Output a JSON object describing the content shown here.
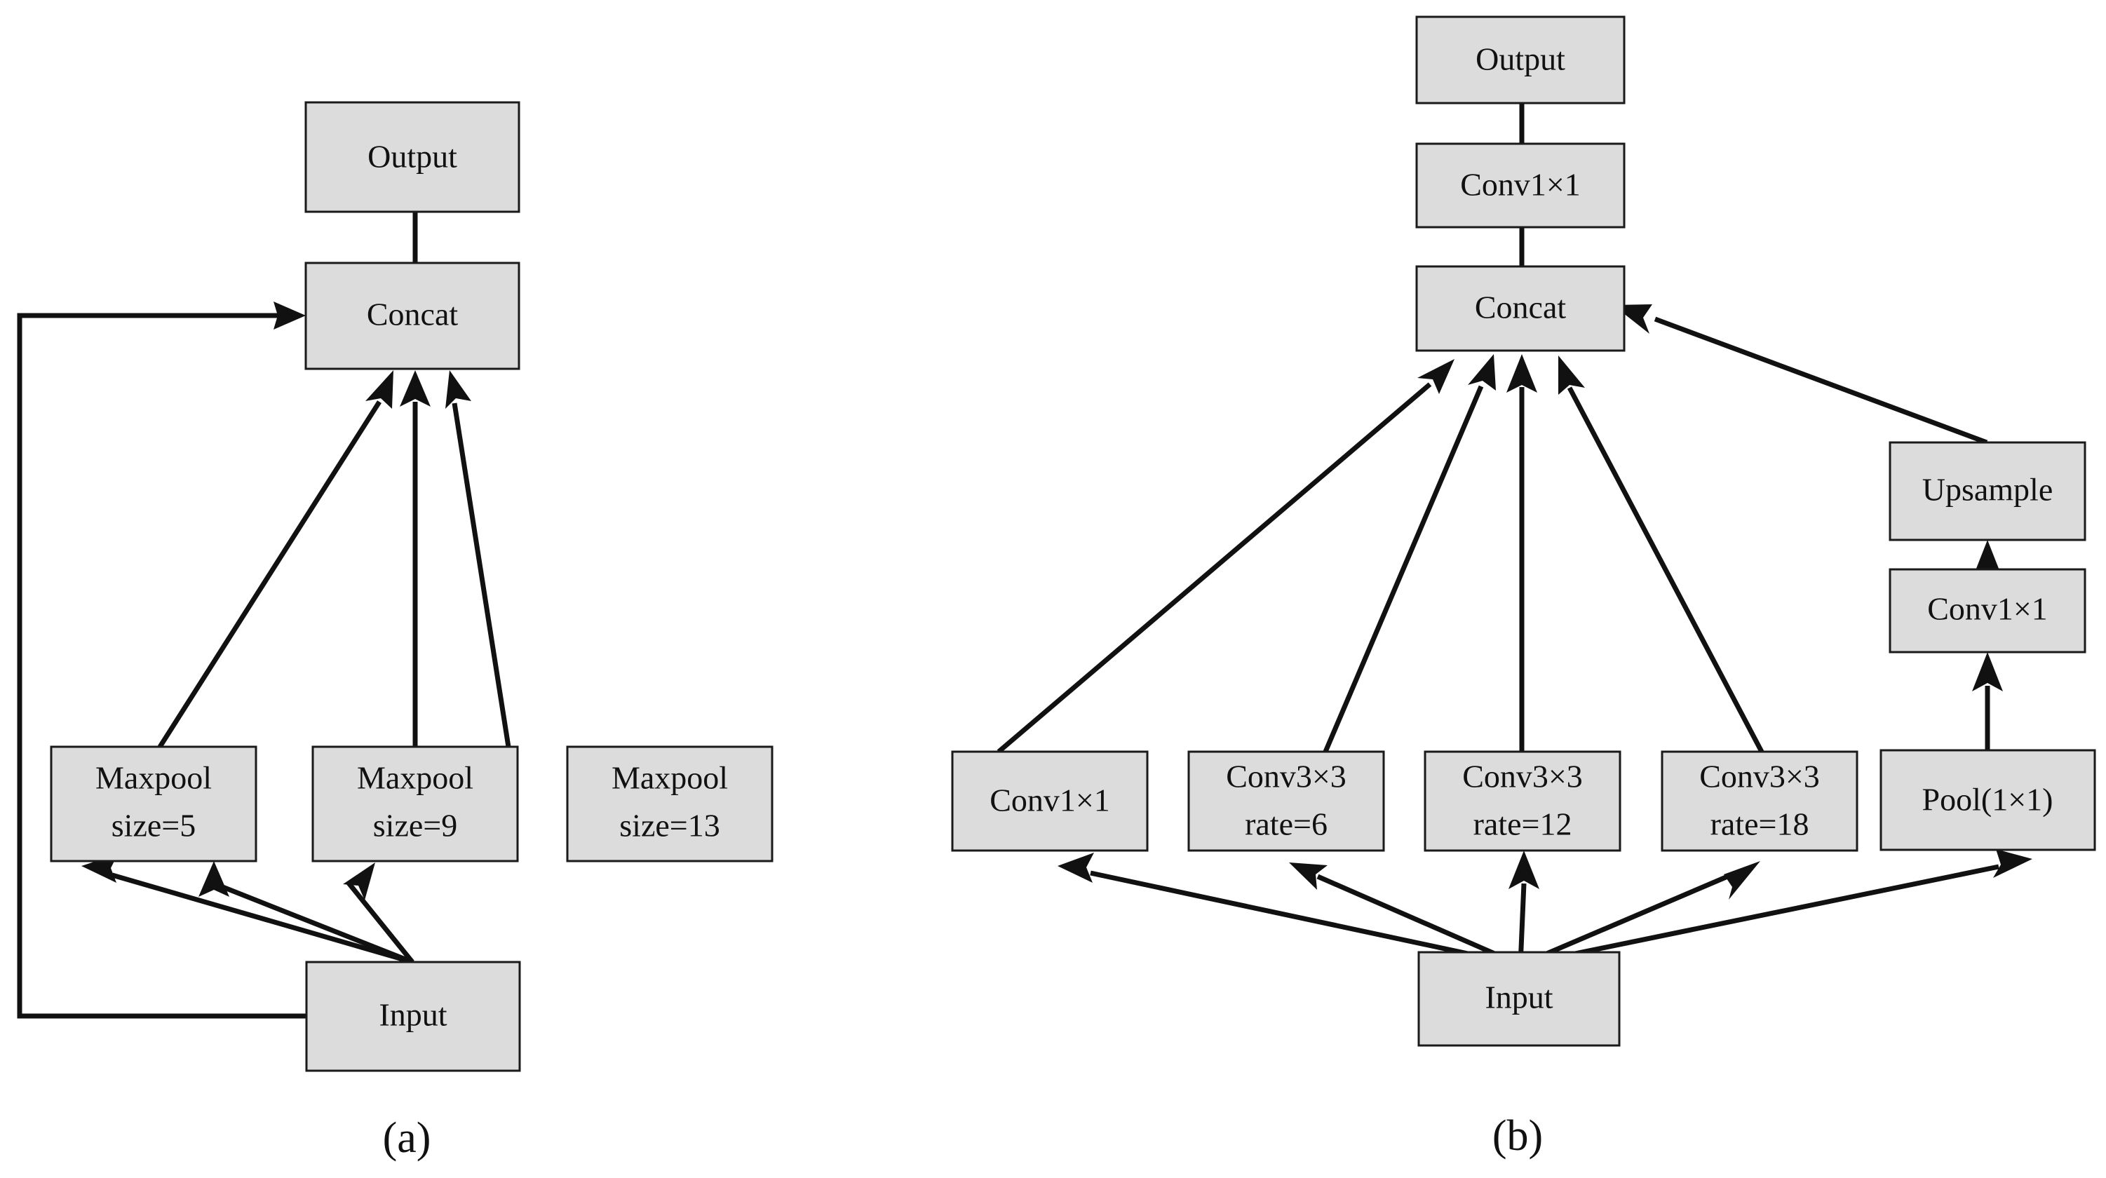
{
  "figure": {
    "background_color": "#ffffff",
    "box_fill_color": "#dcdcdc",
    "box_stroke_color": "#1a1a1a",
    "edge_color": "#111111"
  },
  "panels": [
    {
      "id": "a",
      "caption": "(a)",
      "nodes": [
        {
          "id": "a-output",
          "label": "Output",
          "line1": "Output",
          "line2": ""
        },
        {
          "id": "a-concat",
          "label": "Concat",
          "line1": "Concat",
          "line2": ""
        },
        {
          "id": "a-maxpool-5",
          "label": "Maxpool size=5",
          "line1": "Maxpool",
          "line2": "size=5"
        },
        {
          "id": "a-maxpool-9",
          "label": "Maxpool size=9",
          "line1": "Maxpool",
          "line2": "size=9"
        },
        {
          "id": "a-maxpool-13",
          "label": "Maxpool size=13",
          "line1": "Maxpool",
          "line2": "size=13"
        },
        {
          "id": "a-input",
          "label": "Input",
          "line1": "Input",
          "line2": ""
        }
      ],
      "edges": [
        {
          "from": "a-concat",
          "to": "a-output"
        },
        {
          "from": "a-maxpool-5",
          "to": "a-concat"
        },
        {
          "from": "a-maxpool-9",
          "to": "a-concat"
        },
        {
          "from": "a-maxpool-13",
          "to": "a-concat"
        },
        {
          "from": "a-input",
          "to": "a-maxpool-5"
        },
        {
          "from": "a-input",
          "to": "a-maxpool-9"
        },
        {
          "from": "a-input",
          "to": "a-maxpool-13"
        },
        {
          "from": "a-input",
          "to": "a-concat"
        }
      ]
    },
    {
      "id": "b",
      "caption": "(b)",
      "nodes": [
        {
          "id": "b-output",
          "label": "Output",
          "line1": "Output",
          "line2": ""
        },
        {
          "id": "b-conv1x1-top",
          "label": "Conv1×1",
          "line1": "Conv1×1",
          "line2": ""
        },
        {
          "id": "b-concat",
          "label": "Concat",
          "line1": "Concat",
          "line2": ""
        },
        {
          "id": "b-conv1x1",
          "label": "Conv1×1",
          "line1": "Conv1×1",
          "line2": ""
        },
        {
          "id": "b-conv3x3-r6",
          "label": "Conv3×3 rate=6",
          "line1": "Conv3×3",
          "line2": "rate=6"
        },
        {
          "id": "b-conv3x3-r12",
          "label": "Conv3×3 rate=12",
          "line1": "Conv3×3",
          "line2": "rate=12"
        },
        {
          "id": "b-conv3x3-r18",
          "label": "Conv3×3 rate=18",
          "line1": "Conv3×3",
          "line2": "rate=18"
        },
        {
          "id": "b-pool1x1",
          "label": "Pool(1×1)",
          "line1": "Pool(1×1)",
          "line2": ""
        },
        {
          "id": "b-conv1x1-right",
          "label": "Conv1×1",
          "line1": "Conv1×1",
          "line2": ""
        },
        {
          "id": "b-upsample",
          "label": "Upsample",
          "line1": "Upsample",
          "line2": ""
        },
        {
          "id": "b-input",
          "label": "Input",
          "line1": "Input",
          "line2": ""
        }
      ],
      "edges": [
        {
          "from": "b-conv1x1-top",
          "to": "b-output"
        },
        {
          "from": "b-concat",
          "to": "b-conv1x1-top"
        },
        {
          "from": "b-conv1x1",
          "to": "b-concat"
        },
        {
          "from": "b-conv3x3-r6",
          "to": "b-concat"
        },
        {
          "from": "b-conv3x3-r12",
          "to": "b-concat"
        },
        {
          "from": "b-conv3x3-r18",
          "to": "b-concat"
        },
        {
          "from": "b-upsample",
          "to": "b-concat"
        },
        {
          "from": "b-pool1x1",
          "to": "b-conv1x1-right"
        },
        {
          "from": "b-conv1x1-right",
          "to": "b-upsample"
        },
        {
          "from": "b-input",
          "to": "b-conv1x1"
        },
        {
          "from": "b-input",
          "to": "b-conv3x3-r6"
        },
        {
          "from": "b-input",
          "to": "b-conv3x3-r12"
        },
        {
          "from": "b-input",
          "to": "b-conv3x3-r18"
        },
        {
          "from": "b-input",
          "to": "b-pool1x1"
        }
      ]
    }
  ]
}
